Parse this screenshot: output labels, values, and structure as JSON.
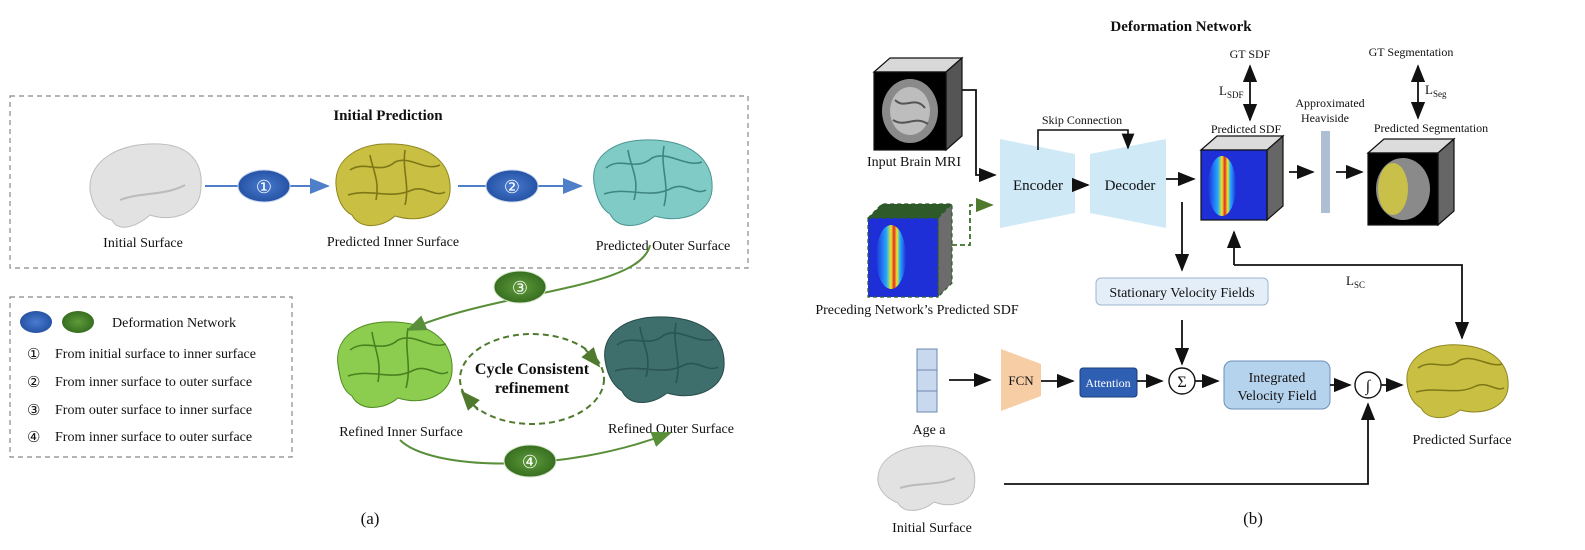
{
  "panel_a": {
    "caption": "(a)",
    "box_title": "Initial Prediction",
    "surfaces": {
      "initial": "Initial Surface",
      "inner": "Predicted Inner Surface",
      "outer": "Predicted Outer Surface",
      "refined_inner": "Refined Inner Surface",
      "refined_outer": "Refined Outer Surface"
    },
    "steps": [
      "①",
      "②",
      "③",
      "④"
    ],
    "cycle_line1": "Cycle Consistent",
    "cycle_line2": "refinement",
    "legend": {
      "deform_label": "Deformation Network",
      "items": [
        {
          "num": "①",
          "text": "From initial surface to inner surface"
        },
        {
          "num": "②",
          "text": "From inner surface to outer surface"
        },
        {
          "num": "③",
          "text": "From outer surface to inner surface"
        },
        {
          "num": "④",
          "text": "From inner surface to outer surface"
        }
      ]
    }
  },
  "panel_b": {
    "caption": "(b)",
    "title": "Deformation Network",
    "input_mri": "Input Brain MRI",
    "preceding_sdf": "Preceding Network’s Predicted SDF",
    "skip_connection": "Skip Connection",
    "encoder": "Encoder",
    "decoder": "Decoder",
    "predicted_sdf": "Predicted SDF",
    "gt_sdf": "GT SDF",
    "l_sdf": {
      "main": "L",
      "sub": "SDF"
    },
    "approx_line1": "Approximated",
    "approx_line2": "Heaviside",
    "gt_seg": "GT Segmentation",
    "l_seg": {
      "main": "L",
      "sub": "Seg"
    },
    "predicted_seg": "Predicted Segmentation",
    "svf": "Stationary Velocity Fields",
    "l_sc": {
      "main": "L",
      "sub": "SC"
    },
    "age": "Age a",
    "fcn": "FCN",
    "attention": "Attention",
    "sum_symbol": "Σ",
    "integrated_line1": "Integrated",
    "integrated_line2": "Velocity Field",
    "integral_symbol": "∫",
    "predicted_surface": "Predicted Surface",
    "initial_surface": "Initial Surface"
  },
  "colors": {
    "blue_arrow": "#4f7fc9",
    "blue_ellipse": "#2f5fb0",
    "green_arrow": "#5a8f3a",
    "green_ellipse": "#3f7a22",
    "encoder_fill": "#cfe9f7",
    "svf_fill": "#e3eef9",
    "integrated_fill": "#b6d3ee",
    "attention_fill": "#2e5fb3",
    "fcn_fill": "#f7cda6",
    "brain_white": "#dcdcdc",
    "brain_yellow": "#c7be45",
    "brain_cyan": "#7fc8c3",
    "brain_lightgreen": "#8ccc4e",
    "brain_darkteal": "#3d6e6b"
  }
}
